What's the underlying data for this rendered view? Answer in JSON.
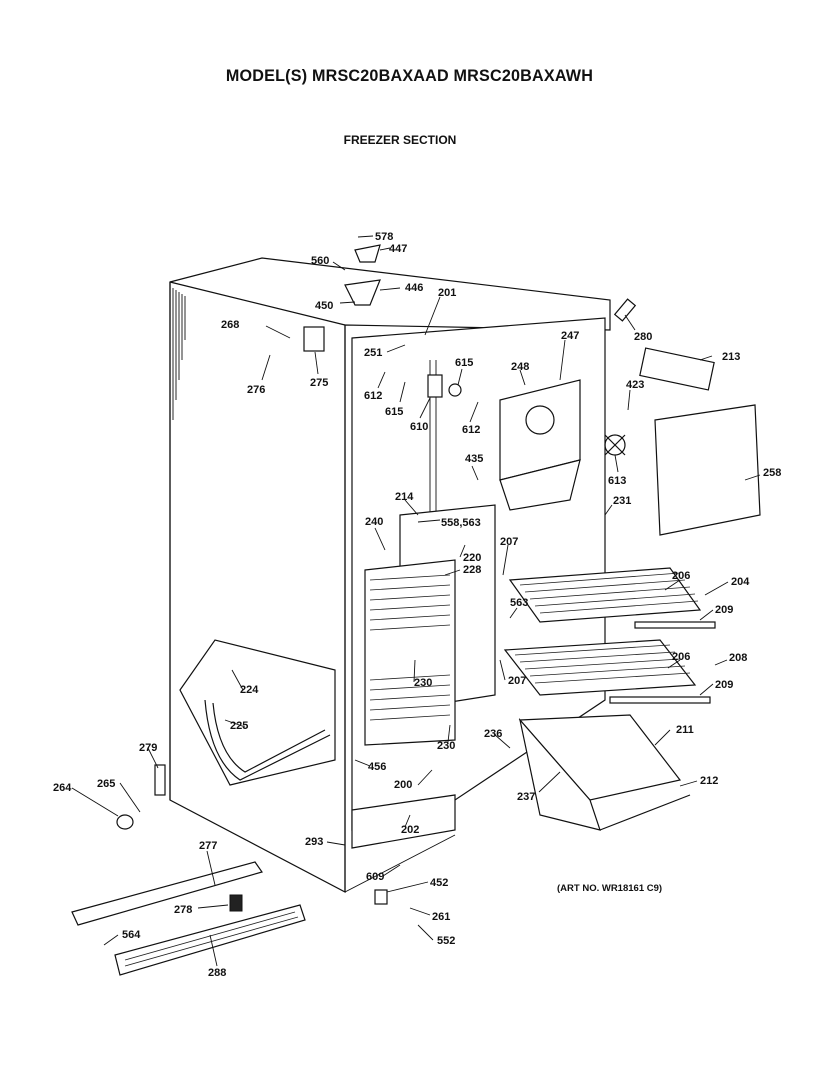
{
  "header": {
    "cut_left": "",
    "cut_right": "",
    "title": "MODEL(S) MRSC20BAXAAD  MRSC20BAXAWH",
    "subtitle": "FREEZER SECTION"
  },
  "art_number": "(ART NO. WR18161 C9)",
  "parts": {
    "p578": "578",
    "p447": "447",
    "p560": "560",
    "p446": "446",
    "p450": "450",
    "p201": "201",
    "p268": "268",
    "p276": "276",
    "p275": "275",
    "p251": "251",
    "p612a": "612",
    "p615a": "615",
    "p610": "610",
    "p615b": "615",
    "p612b": "612",
    "p248": "248",
    "p247": "247",
    "p280": "280",
    "p213": "213",
    "p423": "423",
    "p613": "613",
    "p258": "258",
    "p435": "435",
    "p214": "214",
    "p558_563": "558,563",
    "p231": "231",
    "p240": "240",
    "p220": "220",
    "p228": "228",
    "p207a": "207",
    "p206a": "206",
    "p204": "204",
    "p563": "563",
    "p209a": "209",
    "p206b": "206",
    "p208": "208",
    "p207b": "207",
    "p209b": "209",
    "p224": "224",
    "p225": "225",
    "p230a": "230",
    "p230b": "230",
    "p236": "236",
    "p211": "211",
    "p279": "279",
    "p456": "456",
    "p200": "200",
    "p212": "212",
    "p264": "264",
    "p265": "265",
    "p237": "237",
    "p293": "293",
    "p202": "202",
    "p277": "277",
    "p609": "609",
    "p452": "452",
    "p278": "278",
    "p261": "261",
    "p564": "564",
    "p552": "552",
    "p288": "288"
  }
}
